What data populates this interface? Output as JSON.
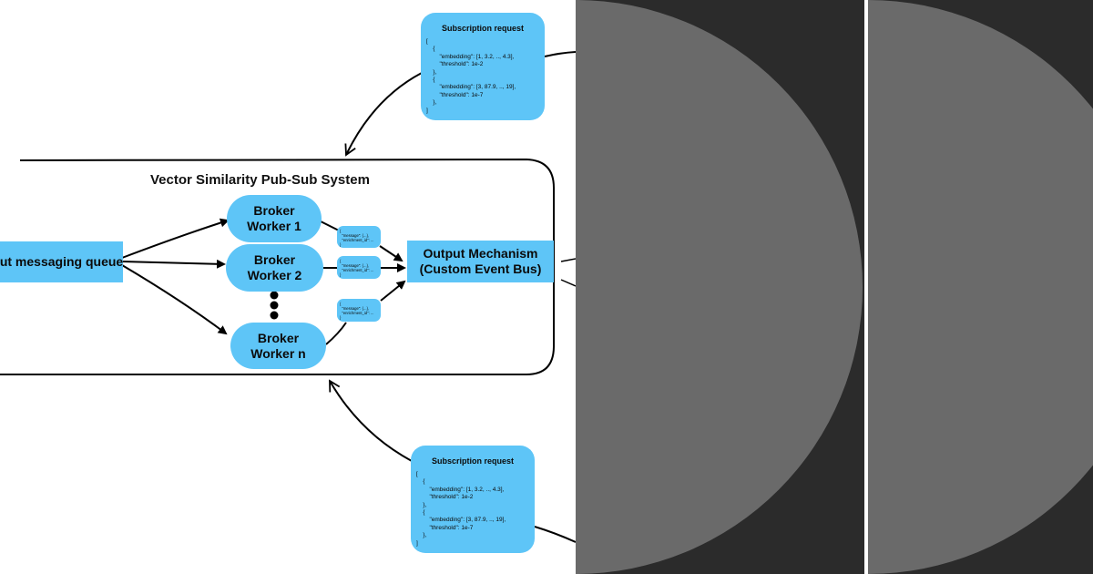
{
  "diagram": {
    "system_title": "Vector Similarity Pub-Sub System",
    "input_queue_label": "ut messaging queue",
    "workers": [
      {
        "line1": "Broker",
        "line2": "Worker 1"
      },
      {
        "line1": "Broker",
        "line2": "Worker 2"
      },
      {
        "line1": "Broker",
        "line2": "Worker n"
      }
    ],
    "output": {
      "line1": "Output Mechanism",
      "line2": "(Custom Event Bus)"
    },
    "message_snippet": "{\n  \"message\": {...},\n  \"enrichment_id\": ...\n}",
    "subscription_top": {
      "title": "Subscription request",
      "body": "[\n    {\n        \"embedding\": [1, 3.2, .., 4.3],\n        \"threshold\": 1e-2\n    },\n    {\n        \"embedding\": [3, 87.9, .., 19],\n        \"threshold\": 1e-7\n    },\n]"
    },
    "subscription_bottom": {
      "title": "Subscription request",
      "body": "[\n    {\n        \"embedding\": [1, 3.2, .., 4.3],\n        \"threshold\": 1e-2\n    },\n    {\n        \"embedding\": [3, 87.9, .., 19],\n        \"threshold\": 1e-7\n    },\n]"
    }
  },
  "colors": {
    "box_fill": "#5ec5f7",
    "dark_panel": "#2b2b2b",
    "semicircle": "#6a6a6a"
  }
}
